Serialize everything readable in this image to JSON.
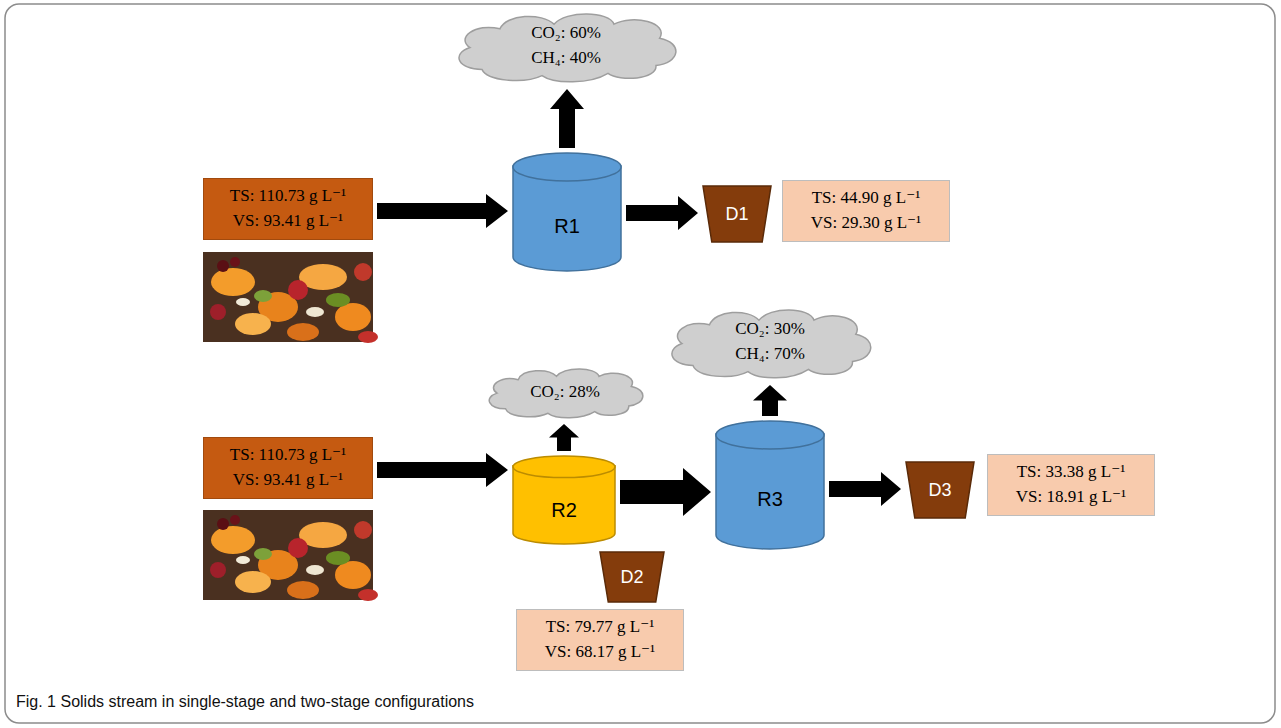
{
  "diagram": {
    "caption": "Fig. 1 Solids stream in single-stage and two-stage configurations",
    "nodes": [
      {
        "text": [
          "CO₂: 60%",
          "CH₄: 40%"
        ]
      },
      {
        "text": [
          "TS: 110.73 g L⁻¹",
          "VS: 93.41 g L⁻¹"
        ]
      },
      {
        "text": [
          "R1"
        ]
      },
      {
        "text": [
          "D1"
        ]
      },
      {
        "text": [
          "TS: 44.90 g L⁻¹",
          "VS: 29.30 g L⁻¹"
        ]
      },
      {
        "text": [
          "TS: 110.73 g L⁻¹",
          "VS: 93.41 g L⁻¹"
        ]
      },
      {
        "text": [
          "CO₂: 28%"
        ]
      },
      {
        "text": [
          "R2"
        ]
      },
      {
        "text": [
          "D2"
        ]
      },
      {
        "text": [
          "TS: 79.77 g L⁻¹",
          "VS: 68.17 g L⁻¹"
        ]
      },
      {
        "text": [
          "CO₂: 30%",
          "CH₄: 70%"
        ]
      },
      {
        "text": [
          "R3"
        ]
      },
      {
        "text": [
          "D3"
        ]
      },
      {
        "text": [
          "TS: 33.38 g L⁻¹",
          "VS: 18.91 g L⁻¹"
        ]
      }
    ],
    "edges": [
      {
        "from": 1,
        "to": 2,
        "arrow": "to"
      },
      {
        "from": 2,
        "to": 0,
        "arrow": "to"
      },
      {
        "from": 2,
        "to": 3,
        "arrow": "to"
      },
      {
        "from": 5,
        "to": 7,
        "arrow": "to"
      },
      {
        "from": 7,
        "to": 6,
        "arrow": "to"
      },
      {
        "from": 7,
        "to": 11,
        "arrow": "to"
      },
      {
        "from": 11,
        "to": 10,
        "arrow": "to"
      },
      {
        "from": 11,
        "to": 12,
        "arrow": "to"
      }
    ]
  }
}
